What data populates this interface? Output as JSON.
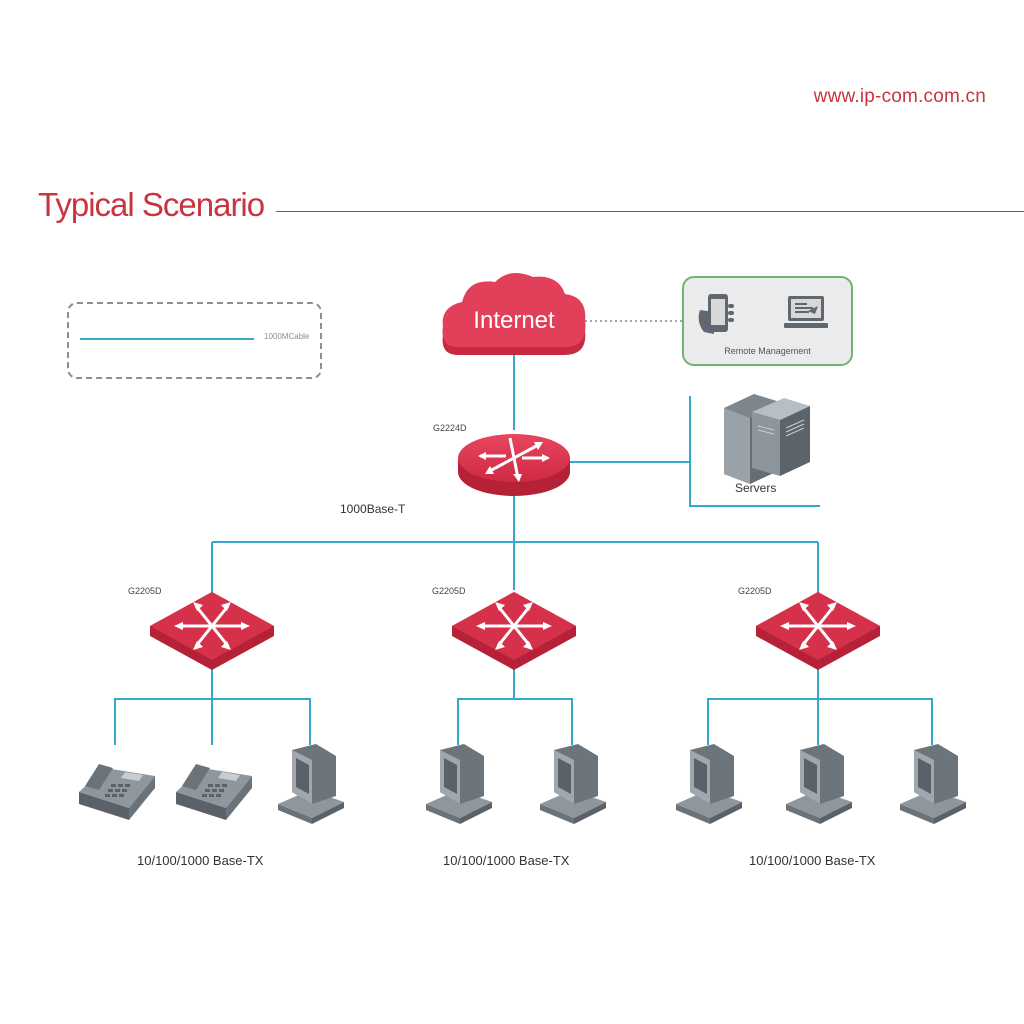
{
  "header": {
    "url": "www.ip-com.com.cn",
    "title": "Typical Scenario"
  },
  "legend": {
    "cable_label": "1000MCable"
  },
  "colors": {
    "accent": "#c8343f",
    "device_red": "#d6314b",
    "cable": "#35a8cc",
    "remote_border": "#6db56e"
  },
  "internet": {
    "label": "Internet"
  },
  "remote": {
    "label": "Remote Management",
    "icons": [
      "phone-icon",
      "laptop-icon"
    ]
  },
  "servers": {
    "label": "Servers"
  },
  "core": {
    "model": "G2224D",
    "link_label": "1000Base-T"
  },
  "access_groups": [
    {
      "model": "G2205D",
      "link_label": "10/100/1000 Base-TX",
      "devices": [
        "ip-phone",
        "ip-phone",
        "computer"
      ]
    },
    {
      "model": "G2205D",
      "link_label": "10/100/1000 Base-TX",
      "devices": [
        "computer",
        "computer"
      ]
    },
    {
      "model": "G2205D",
      "link_label": "10/100/1000 Base-TX",
      "devices": [
        "computer",
        "computer",
        "computer"
      ]
    }
  ]
}
